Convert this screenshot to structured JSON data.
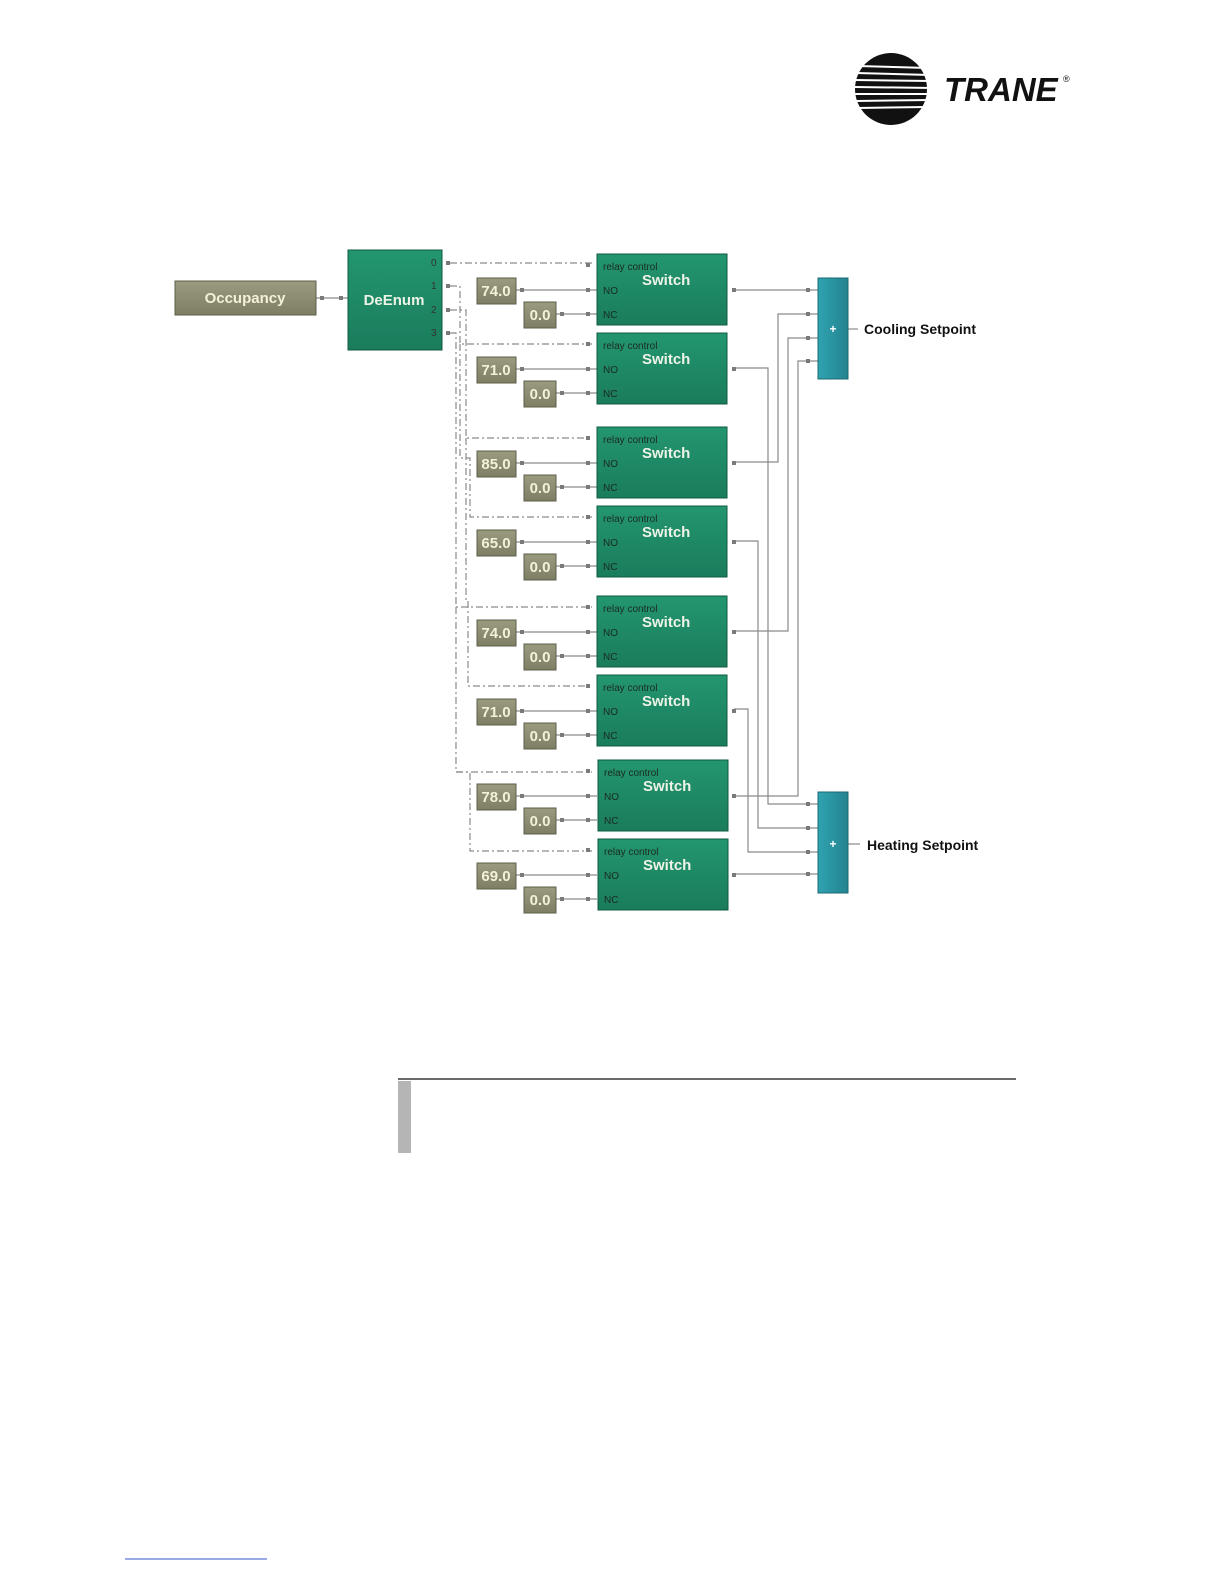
{
  "brand": {
    "name": "TRANE",
    "mark": "®"
  },
  "diagram": {
    "source": {
      "label": "Occupancy"
    },
    "deenum": {
      "label": "DeEnum",
      "outputs": [
        "0",
        "1",
        "2",
        "3"
      ]
    },
    "switch_title": "Switch",
    "port_labels": {
      "relay": "relay control",
      "no": "NO",
      "nc": "NC"
    },
    "constants_no": [
      "74.0",
      "71.0",
      "85.0",
      "65.0",
      "74.0",
      "71.0",
      "78.0",
      "69.0"
    ],
    "constants_nc": [
      "0.0",
      "0.0",
      "0.0",
      "0.0",
      "0.0",
      "0.0",
      "0.0",
      "0.0"
    ],
    "adders": [
      {
        "symbol": "+",
        "output": "Cooling Setpoint"
      },
      {
        "symbol": "+",
        "output": "Heating Setpoint"
      }
    ]
  },
  "colors": {
    "switch_fill": "#1e8a66",
    "constant_fill": "#8b8c70",
    "adder_fill": "#2a97a4",
    "wire": "#8a8a8a"
  }
}
